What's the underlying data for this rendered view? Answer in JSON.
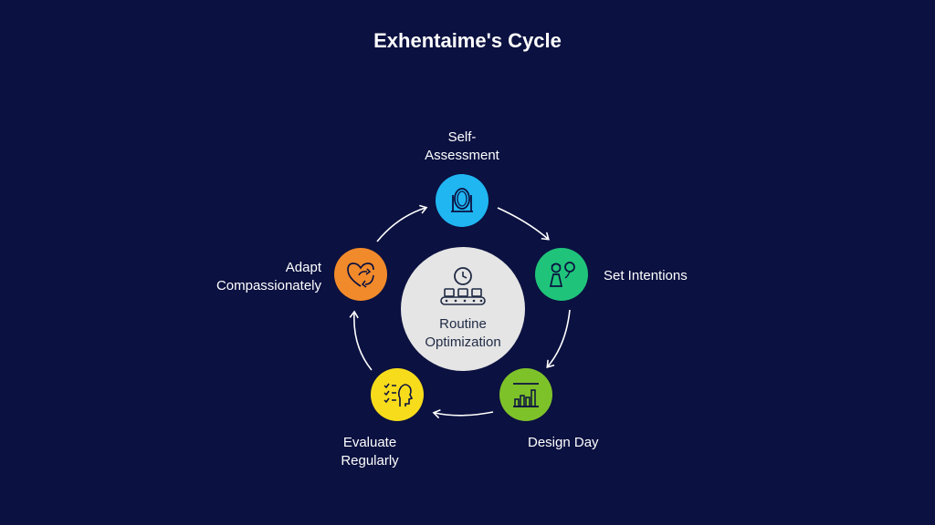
{
  "title": "Exhentaime's Cycle",
  "center": {
    "line1": "Routine",
    "line2": "Optimization",
    "icon": "clock-conveyor-icon",
    "color": "#e5e5e5"
  },
  "nodes": [
    {
      "line1": "Self-",
      "line2": "Assessment",
      "icon": "mirror-icon",
      "color": "#1fb6f2"
    },
    {
      "line1": "Set Intentions",
      "line2": "",
      "icon": "person-balloon-icon",
      "color": "#1fc47a"
    },
    {
      "line1": "Design Day",
      "line2": "",
      "icon": "bar-chart-icon",
      "color": "#7ec22a"
    },
    {
      "line1": "Evaluate",
      "line2": "Regularly",
      "icon": "checklist-head-icon",
      "color": "#f7dc1b"
    },
    {
      "line1": "Adapt",
      "line2": "Compassionately",
      "icon": "heart-refresh-icon",
      "color": "#f18a2a"
    }
  ]
}
